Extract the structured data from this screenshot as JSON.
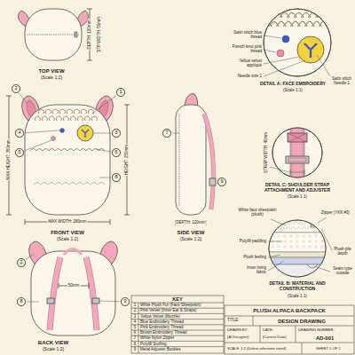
{
  "diagram": {
    "title": "PLUSH ALPACA BACKPACK",
    "nodes": [
      {
        "text": [
          "2"
        ]
      },
      {
        "text": [
          "1"
        ]
      },
      {
        "text": [
          "4"
        ]
      },
      {
        "text": [
          "3"
        ]
      },
      {
        "text": [
          "5"
        ]
      },
      {
        "text": [
          "6"
        ]
      },
      {
        "text": [
          "8"
        ]
      },
      {
        "text": [
          "7"
        ]
      },
      {
        "text": [
          "9"
        ]
      },
      {
        "text": [
          "2"
        ]
      },
      {
        "text": [
          "9"
        ]
      },
      {
        "text": [
          "8"
        ]
      }
    ],
    "labels": [
      "TOP VIEW",
      "(Scale 1:2)",
      "DEPTH: 120mm",
      "STP WIDTH: 50mm",
      "MAX HEIGHT: 350mm",
      "HEIGHT: 250mm",
      "MAX WIDTH: 280mm",
      "FRONT VIEW",
      "(Scale 1:2)",
      "DEPTH: 120mm",
      "SIDE VIEW",
      "(Scale 1:2)",
      "50mm",
      "BACK VIEW",
      "(Scale 1:2)",
      "Satin stitch blue thread",
      "French knot pink thread",
      "Yellow velvet appliqué",
      "Needle size 1",
      "Satin stitch Needle 1",
      "DETAIL A: FACE EMBROIDERY",
      "(Scale 1:1)",
      "STRAP WIDTH: 40mm",
      "DETAIL C: SHOULDER STRAP ATTACHMENT AND ADJUSTER",
      "(Scale 1:1)",
      "White faux sheepskin (plush)",
      "Zipper (YKK #3)",
      "Polyfill padding",
      "Plush feeling",
      "Inner lining fabric",
      "Plush pile depth",
      "Seam type outside",
      "DETAIL B: MATERIAL AND CONSTRUCTION",
      "(Scale 1:1)",
      "KEY",
      "1",
      "White Plush Fur (Faux Sheepskin)",
      "2",
      "Pink Velvet (Inner Ear & Straps)",
      "3",
      "Yellow Velvet (Muzzle)",
      "4",
      "Blue Embroidery Thread",
      "5",
      "Pink Embroidery Thread",
      "6",
      "Brown Embroidery Thread",
      "7",
      "White Nylon Zipper",
      "8",
      "Polyfill Stuffing",
      "9",
      "Metal Adjuster Buckles",
      "TITLE:",
      "DESIGN DRAWING",
      "DRAWN BY:",
      "[AI Designer]",
      "DATE:",
      "[Current Date]",
      "DRAWING NUMBER:",
      "AD-001",
      "SCALE: 1:2 (Unless otherwise noted)",
      "SHEET 1 OF 1"
    ]
  }
}
